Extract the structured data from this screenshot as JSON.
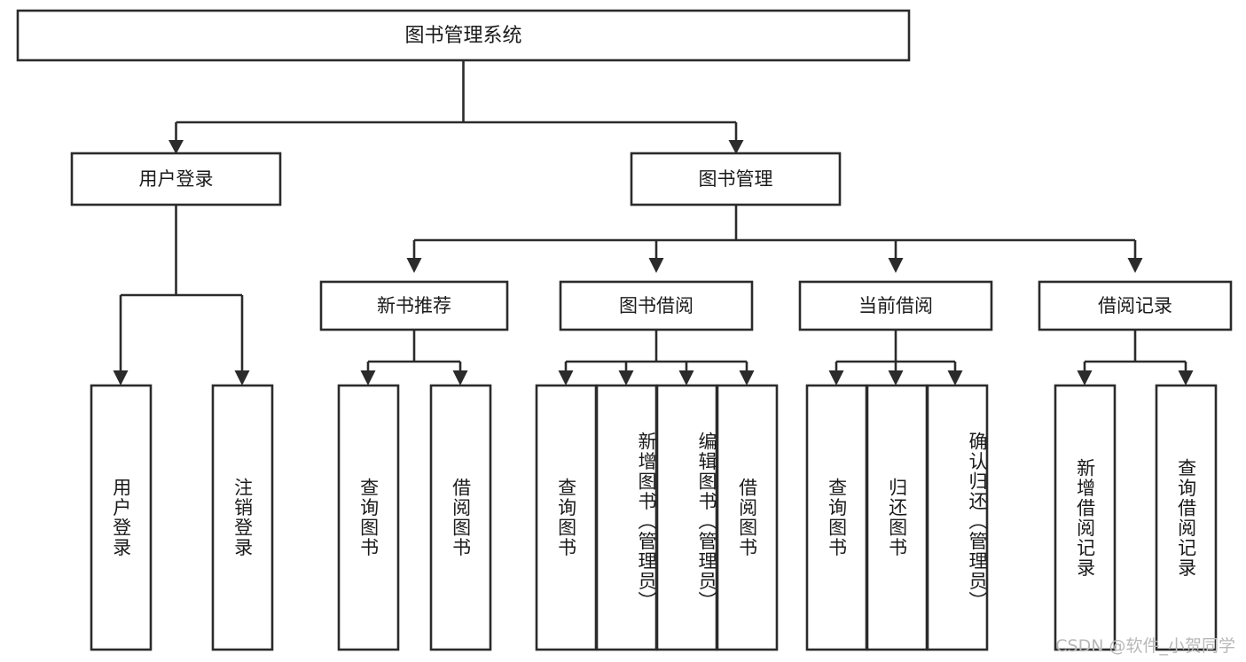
{
  "diagram": {
    "type": "tree-hierarchy",
    "title": "图书管理系统",
    "root": {
      "id": "root",
      "label": "图书管理系统"
    },
    "level2": [
      {
        "id": "user-login",
        "label": "用户登录"
      },
      {
        "id": "book-manage",
        "label": "图书管理"
      }
    ],
    "level3": [
      {
        "id": "new-book-recommend",
        "label": "新书推荐",
        "parent": "book-manage"
      },
      {
        "id": "book-borrow",
        "label": "图书借阅",
        "parent": "book-manage"
      },
      {
        "id": "current-borrow",
        "label": "当前借阅",
        "parent": "book-manage"
      },
      {
        "id": "borrow-record",
        "label": "借阅记录",
        "parent": "book-manage"
      }
    ],
    "leaves": [
      {
        "id": "leaf-user-login",
        "label": "用户登录",
        "parent": "user-login"
      },
      {
        "id": "leaf-logout-login",
        "label": "注销登录",
        "parent": "user-login"
      },
      {
        "id": "leaf-query-book-1",
        "label": "查询图书",
        "parent": "new-book-recommend"
      },
      {
        "id": "leaf-borrow-book-1",
        "label": "借阅图书",
        "parent": "new-book-recommend"
      },
      {
        "id": "leaf-query-book-2",
        "label": "查询图书",
        "parent": "book-borrow"
      },
      {
        "id": "leaf-add-book",
        "label": "新增图书（管理员）",
        "parent": "book-borrow"
      },
      {
        "id": "leaf-edit-book",
        "label": "编辑图书（管理员）",
        "parent": "book-borrow"
      },
      {
        "id": "leaf-borrow-book-2",
        "label": "借阅图书",
        "parent": "book-borrow"
      },
      {
        "id": "leaf-query-book-3",
        "label": "查询图书",
        "parent": "current-borrow"
      },
      {
        "id": "leaf-return-book",
        "label": "归还图书",
        "parent": "current-borrow"
      },
      {
        "id": "leaf-confirm-return",
        "label": "确认归还（管理员）",
        "parent": "current-borrow"
      },
      {
        "id": "leaf-add-record",
        "label": "新增借阅记录",
        "parent": "borrow-record"
      },
      {
        "id": "leaf-query-record",
        "label": "查询借阅记录",
        "parent": "borrow-record"
      }
    ],
    "watermark": "CSDN @软件_小贺同学",
    "colors": {
      "box_stroke": "#2b2b2b",
      "box_fill": "#ffffff",
      "text": "#1a1a1a",
      "background": "#ffffff",
      "watermark": "#b8b8b8"
    }
  }
}
